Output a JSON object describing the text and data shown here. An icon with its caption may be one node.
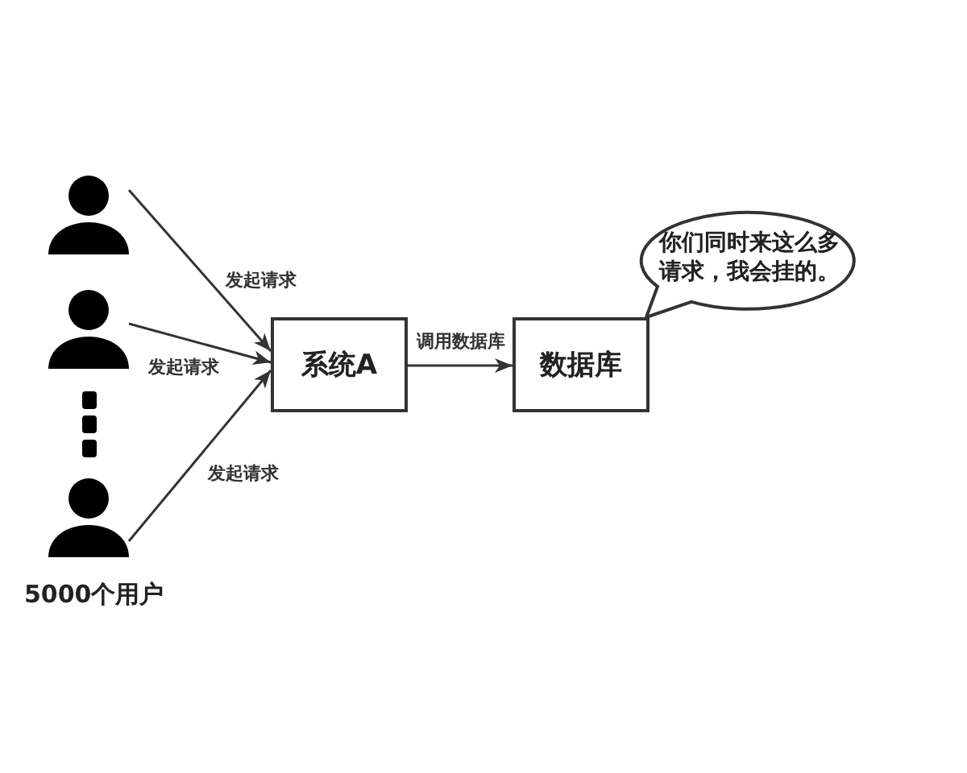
{
  "diagram": {
    "nodes": [
      {
        "text": [],
        "shape": "person"
      },
      {
        "text": [],
        "shape": "person"
      },
      {
        "text": [],
        "shape": "person"
      },
      {
        "text": [
          "系统A"
        ]
      },
      {
        "text": [
          "数据库"
        ]
      },
      {
        "text": [
          "你们同时来这么多请求，我会挂的。"
        ]
      }
    ],
    "edges": [
      {
        "from": 0,
        "to": 3,
        "arrow": "to",
        "label": "发起请求"
      },
      {
        "from": 1,
        "to": 3,
        "arrow": "to",
        "label": "发起请求"
      },
      {
        "from": 2,
        "to": 3,
        "arrow": "to",
        "label": "发起请求"
      },
      {
        "from": 3,
        "to": 4,
        "arrow": "to",
        "label": "调用数据库"
      }
    ],
    "labels": [
      "5000个用户"
    ]
  }
}
